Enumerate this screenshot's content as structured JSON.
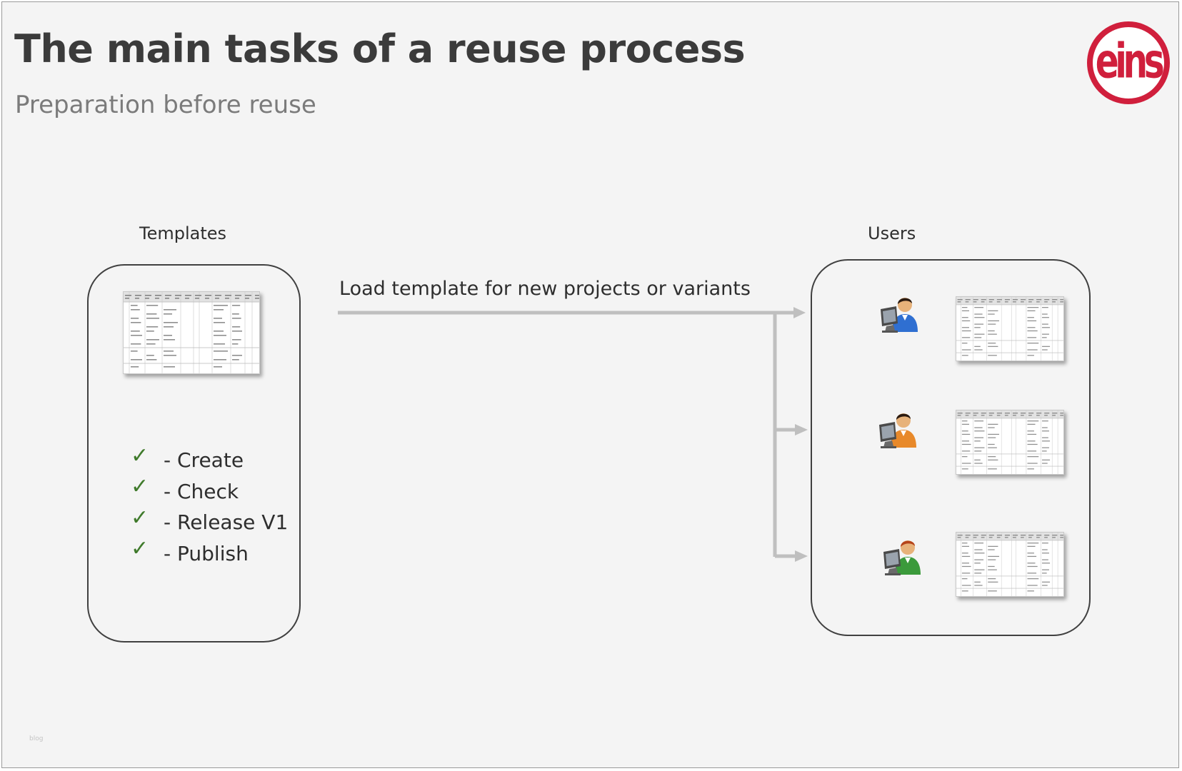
{
  "slide": {
    "title": "The main tasks of a reuse process",
    "subtitle": "Preparation before reuse",
    "logo_text": "eins",
    "footer_text": "blog"
  },
  "templates": {
    "label": "Templates",
    "checklist": [
      {
        "icon": "check-icon",
        "text": "- Create"
      },
      {
        "icon": "check-icon",
        "text": "- Check"
      },
      {
        "icon": "check-icon",
        "text": "- Release V1"
      },
      {
        "icon": "check-icon",
        "text": "- Publish"
      }
    ]
  },
  "flow": {
    "label": "Load template for new projects or variants"
  },
  "users": {
    "label": "Users",
    "items": [
      {
        "icon": "user-at-computer-icon",
        "shirt_color": "#2f6fd1"
      },
      {
        "icon": "user-at-computer-icon",
        "shirt_color": "#e8892a"
      },
      {
        "icon": "user-at-computer-icon",
        "shirt_color": "#3b9a3b"
      }
    ]
  },
  "colors": {
    "slide_bg": "#f4f4f4",
    "title": "#3b3b3b",
    "subtitle": "#7b7b7b",
    "arrow": "#bfbfbf",
    "check": "#3f7a2b",
    "logo": "#d01f3c"
  }
}
